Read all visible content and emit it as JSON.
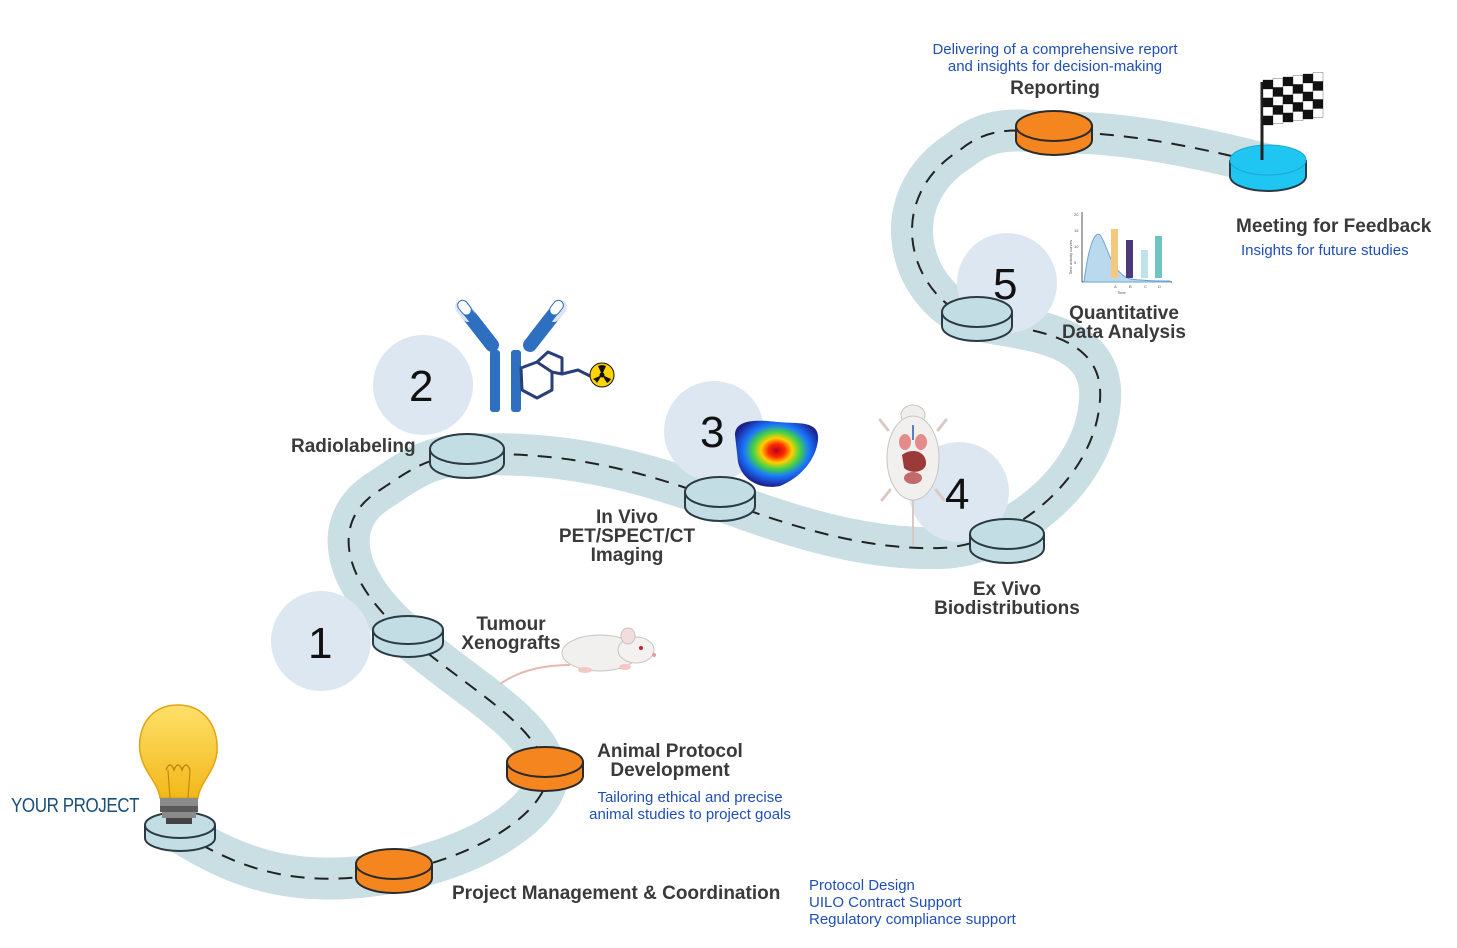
{
  "start": {
    "label": "YOUR PROJECT",
    "icon": "lightbulb-icon"
  },
  "milestones": {
    "project_management": {
      "title": "Project Management & Coordination",
      "details": [
        "Protocol Design",
        "UILO Contract Support",
        "Regulatory compliance support"
      ]
    },
    "animal_protocol": {
      "title_line1": "Animal Protocol",
      "title_line2": "Development",
      "desc_line1": "Tailoring ethical and precise",
      "desc_line2": "animal studies to project goals"
    },
    "reporting": {
      "title": "Reporting",
      "desc_line1": "Delivering of a comprehensive report",
      "desc_line2": "and insights for decision-making"
    },
    "feedback": {
      "title": "Meeting for Feedback",
      "desc": "Insights for future studies",
      "icon": "checkered-flag-icon"
    }
  },
  "steps": [
    {
      "number": "1",
      "title_line1": "Tumour",
      "title_line2": "Xenografts",
      "icon": "mouse-icon"
    },
    {
      "number": "2",
      "title": "Radiolabeling",
      "icon": "antibody-icon"
    },
    {
      "number": "3",
      "title_line1": "In Vivo",
      "title_line2": "PET/SPECT/CT",
      "title_line3": "Imaging",
      "icon": "heatmap-icon"
    },
    {
      "number": "4",
      "title_line1": "Ex Vivo",
      "title_line2": "Biodistributions",
      "icon": "dissected-mouse-icon"
    },
    {
      "number": "5",
      "title_line1": "Quantitative",
      "title_line2": "Data Analysis",
      "icon": "bar-chart-icon"
    }
  ],
  "chart_icon": {
    "y_axis_label": "Time activity curves",
    "x_axis_label": "Time",
    "x_ticks": [
      "A",
      "B",
      "C",
      "D"
    ],
    "y_ticks": [
      "20",
      "15",
      "10",
      "5"
    ]
  },
  "colors": {
    "road": "#c9dfe3",
    "road_dash": "#222222",
    "disc_light": "#c2dde3",
    "disc_orange": "#f5861f",
    "disc_finish": "#1fc6f2",
    "circle_bg": "#dde7f2",
    "desc_blue": "#1f4fb6"
  }
}
